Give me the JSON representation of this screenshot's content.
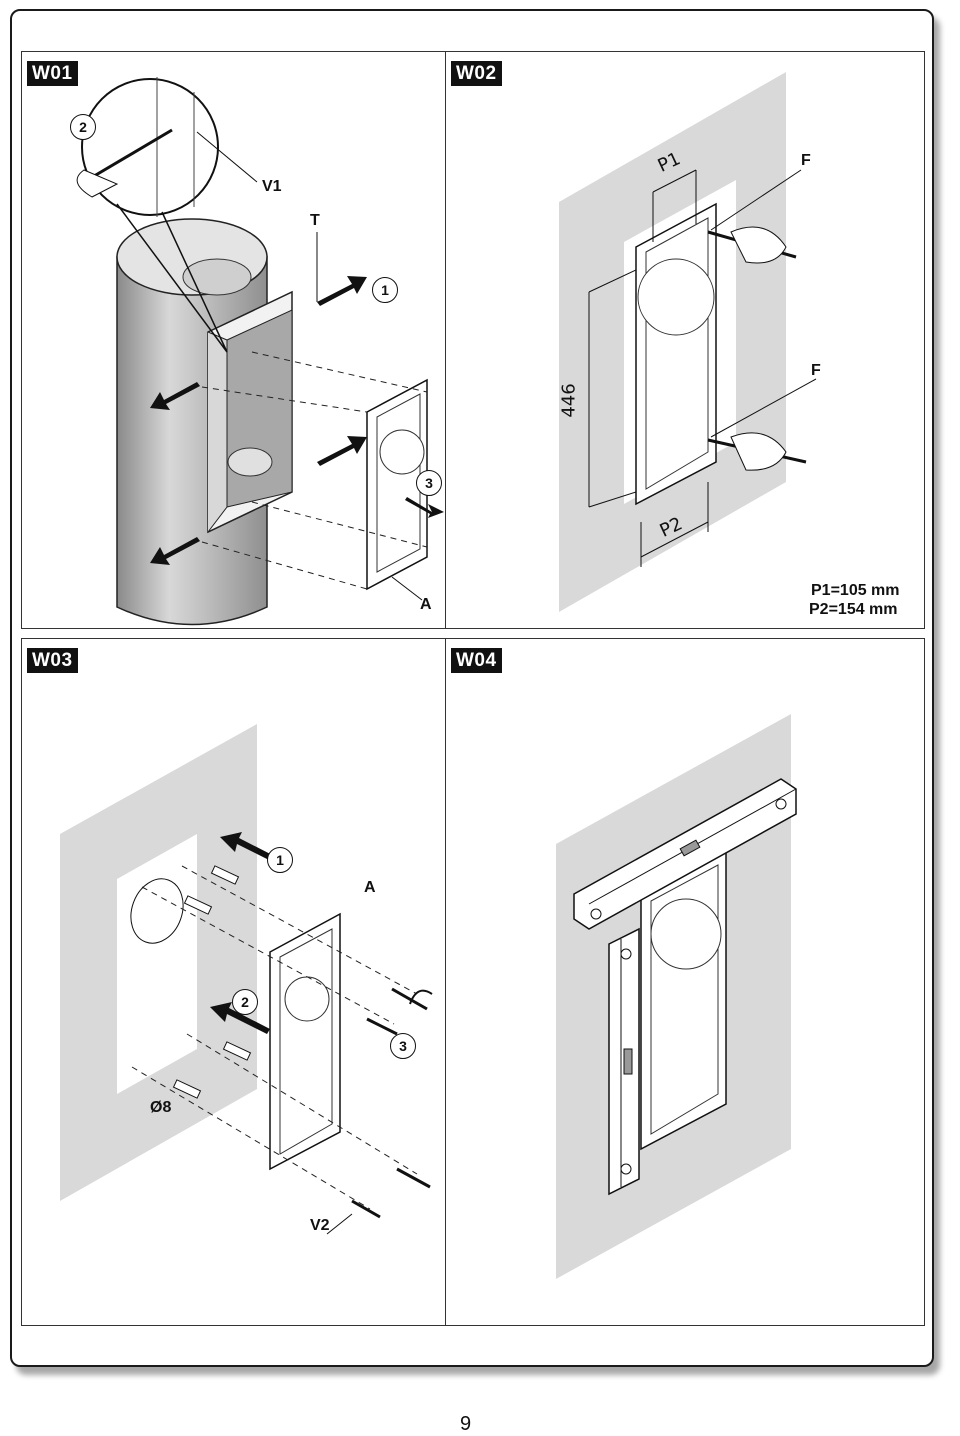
{
  "panels": {
    "w01": {
      "tag": "W01",
      "steps": [
        "2",
        "1",
        "3"
      ],
      "labels": {
        "v1": "V1",
        "t": "T",
        "a": "A"
      }
    },
    "w02": {
      "tag": "W02",
      "labels": {
        "p1": "P1",
        "p2": "P2",
        "dim": "446",
        "f_top": "F",
        "f_bottom": "F"
      },
      "notes": {
        "p1": "P1=105 mm",
        "p2": "P2=154 mm"
      }
    },
    "w03": {
      "tag": "W03",
      "steps": [
        "1",
        "2",
        "3"
      ],
      "labels": {
        "a": "A",
        "diameter": "Ø8",
        "v2": "V2"
      }
    },
    "w04": {
      "tag": "W04"
    }
  },
  "page_number": "9",
  "colors": {
    "ink": "#111111",
    "wall": "#d9d9d9",
    "hood_light": "#e6e6e6",
    "hood_dark": "#9c9c9c"
  }
}
